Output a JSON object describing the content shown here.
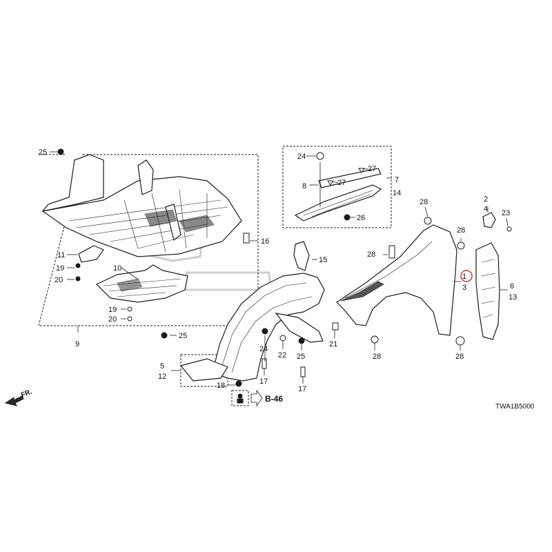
{
  "diagram": {
    "code": "TWA1B5000",
    "reference": "B-46",
    "direction": "FR.",
    "highlight_color": "#e53935",
    "highlighted": "1",
    "callouts": {
      "c1": "1",
      "c2": "2",
      "c3": "3",
      "c4": "4",
      "c5": "5",
      "c6": "6",
      "c7": "7",
      "c8": "8",
      "c9": "9",
      "c10": "10",
      "c11": "11",
      "c12": "12",
      "c13": "13",
      "c14": "14",
      "c15": "15",
      "c16": "16",
      "c17a": "17",
      "c17b": "17",
      "c18": "18",
      "c19a": "19",
      "c19b": "19",
      "c20a": "20",
      "c20b": "20",
      "c21": "21",
      "c22": "22",
      "c23": "23",
      "c24a": "24",
      "c24b": "24",
      "c25a": "25",
      "c25b": "25",
      "c25c": "25",
      "c26": "26",
      "c27a": "27",
      "c27b": "27",
      "c28a": "28",
      "c28b": "28",
      "c28c": "28",
      "c28d": "28",
      "c28e": "28"
    }
  }
}
